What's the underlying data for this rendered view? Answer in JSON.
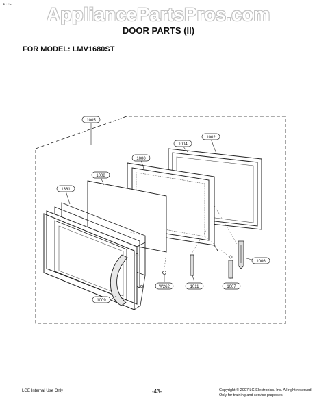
{
  "header": {
    "corner_code": "4CTE",
    "watermark": "AppliancePartsPros.com",
    "title": "DOOR PARTS (II)",
    "model_label": "FOR MODEL: LMV1680ST"
  },
  "parts": [
    {
      "id": "callout-1005",
      "label": "1005"
    },
    {
      "id": "callout-1002",
      "label": "1002"
    },
    {
      "id": "callout-1004",
      "label": "1004"
    },
    {
      "id": "callout-1000",
      "label": "1000"
    },
    {
      "id": "callout-1008",
      "label": "1008"
    },
    {
      "id": "callout-1381",
      "label": "1381"
    },
    {
      "id": "callout-1006",
      "label": "1006"
    },
    {
      "id": "callout-w262",
      "label": "W262"
    },
    {
      "id": "callout-1011",
      "label": "1011"
    },
    {
      "id": "callout-1007",
      "label": "1007"
    },
    {
      "id": "callout-1009",
      "label": "1009"
    }
  ],
  "footer": {
    "left": "LGE Internal Use Only",
    "page": "-43-",
    "copyright_line1": "Copyright © 2007 LG Electronics. Inc. All right reserved.",
    "copyright_line2": "Only for training and service purposes"
  }
}
